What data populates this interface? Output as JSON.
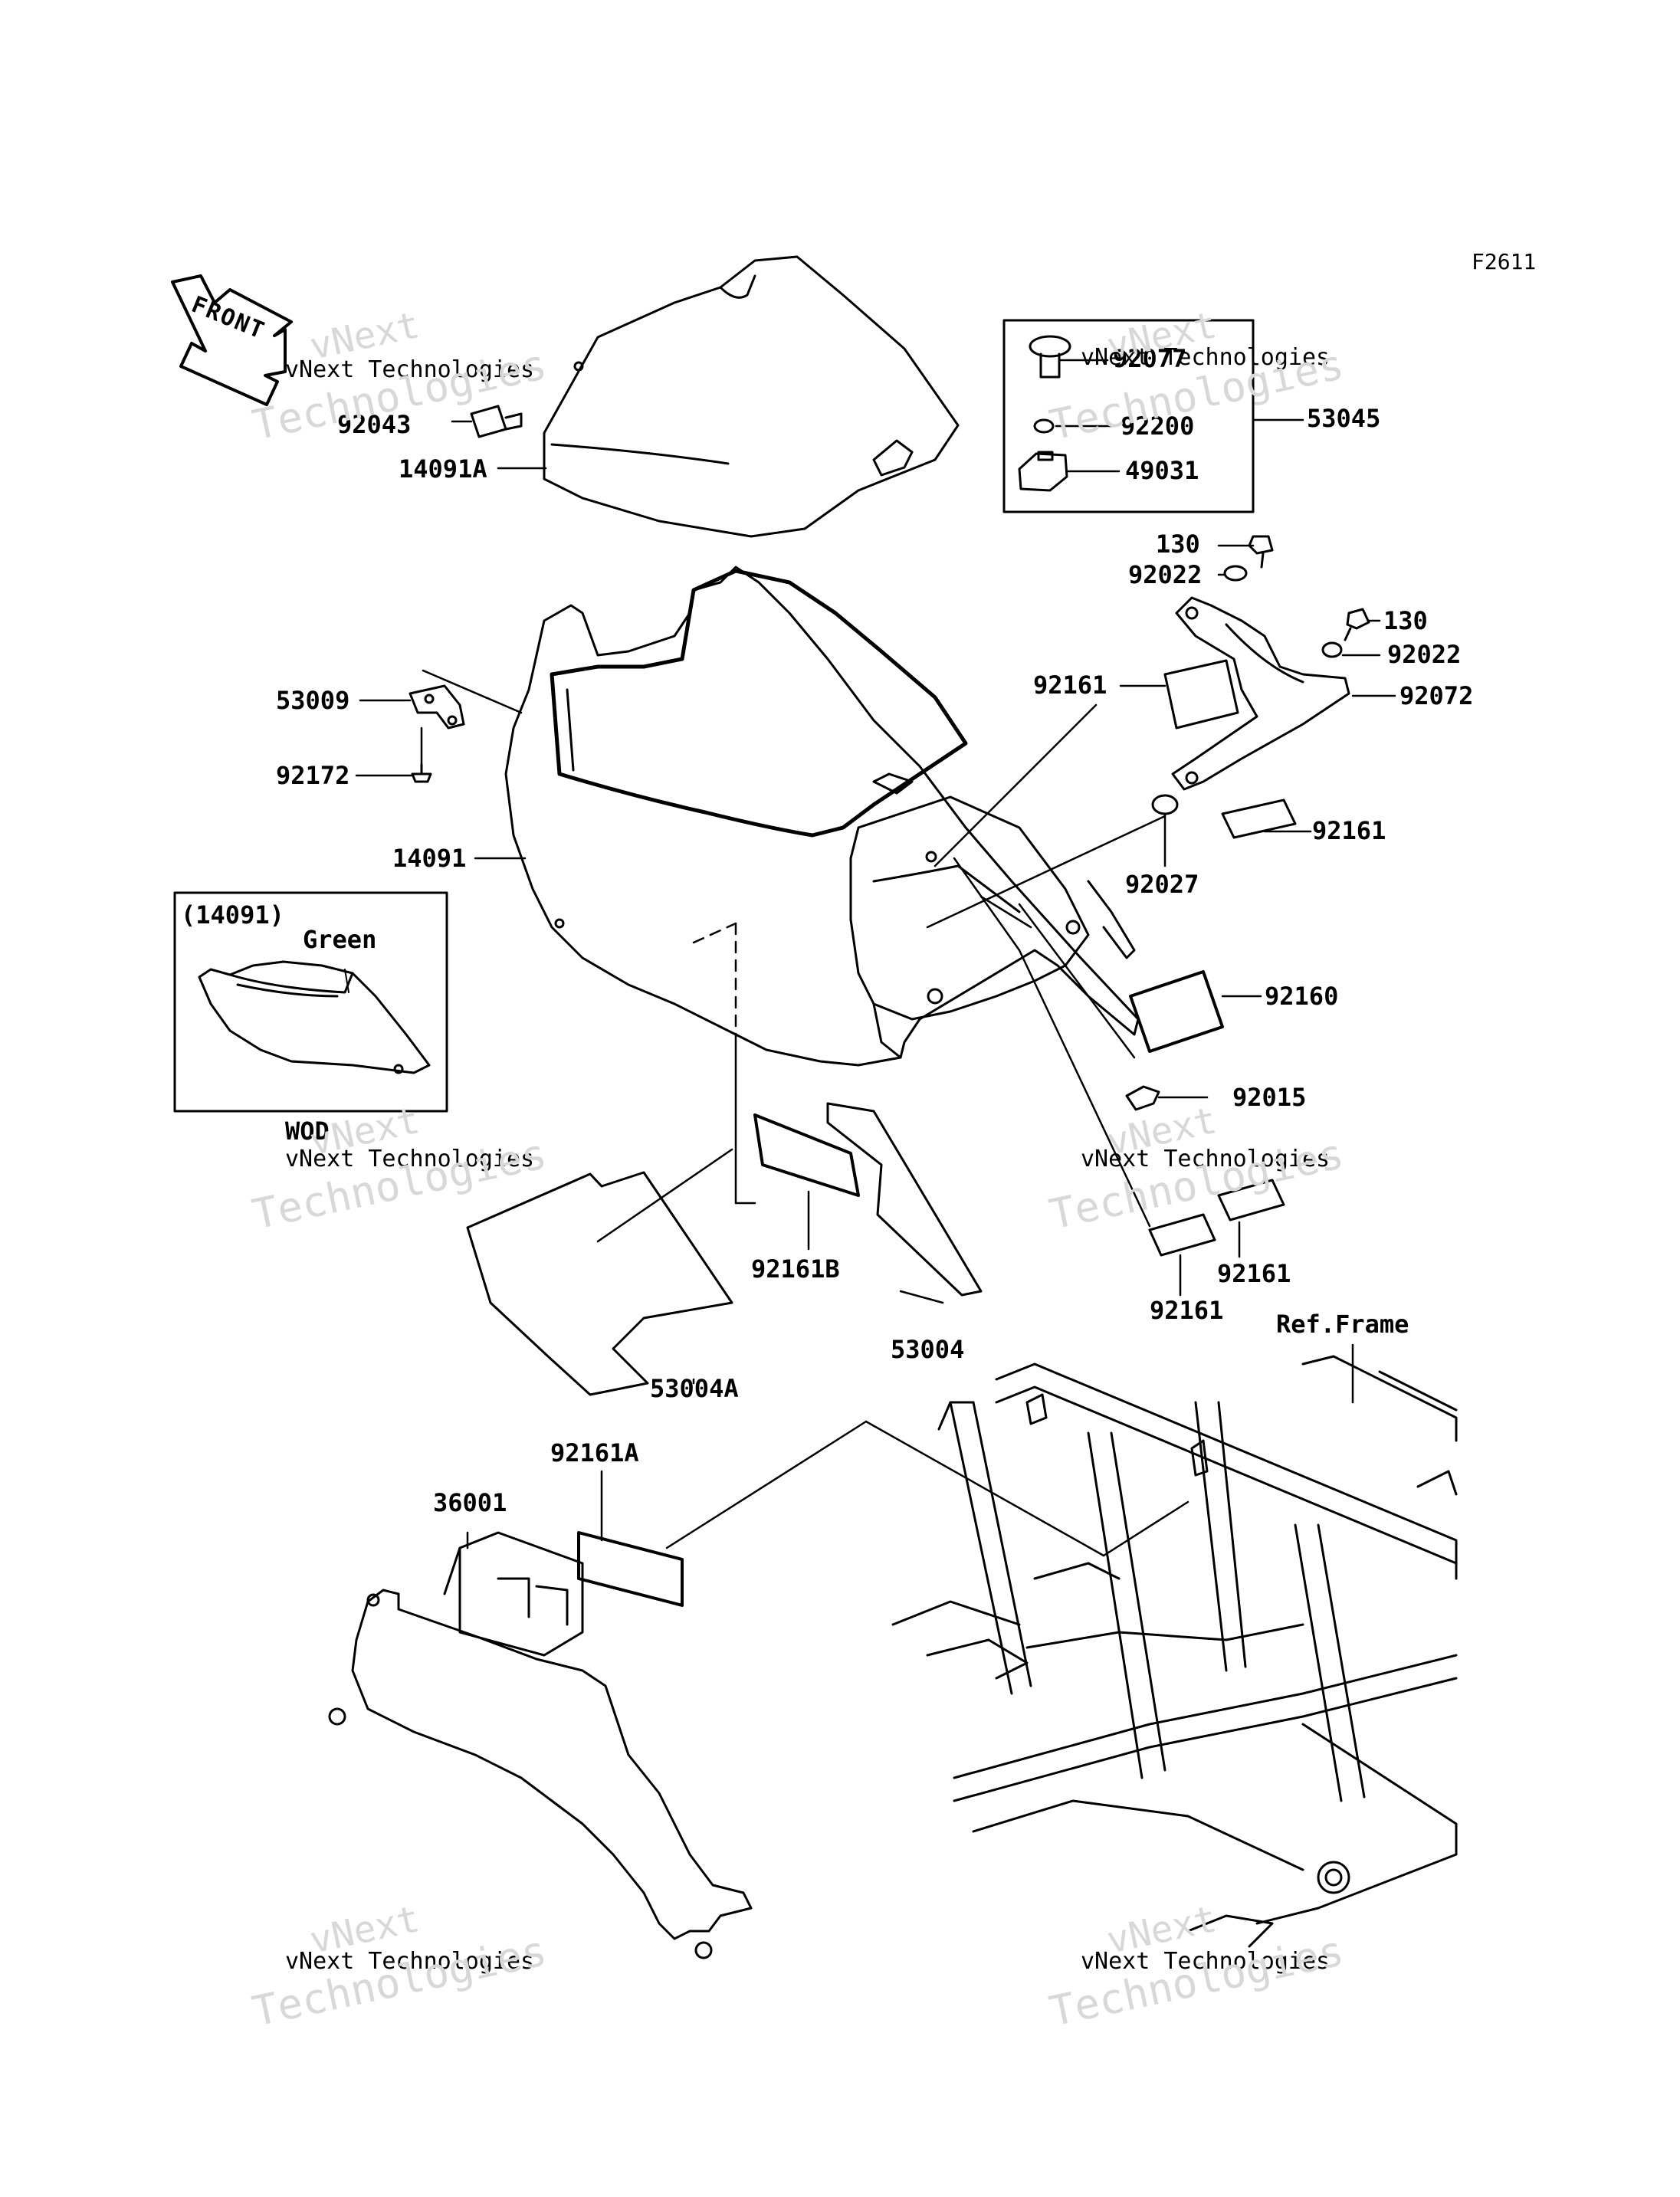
{
  "diagram_id": "F2611",
  "front_arrow_text": "FRONT",
  "labels": {
    "p92043": "92043",
    "p14091A": "14091A",
    "p53009": "53009",
    "p92172": "92172",
    "p14091": "14091",
    "p92077": "92077",
    "p92200": "92200",
    "p49031": "49031",
    "p53045": "53045",
    "p130a": "130",
    "p92022a": "92022",
    "p130b": "130",
    "p92022b": "92022",
    "p92161a": "92161",
    "p92072": "92072",
    "p92161b": "92161",
    "p92027": "92027",
    "p92160": "92160",
    "p92015": "92015",
    "p92161c": "92161",
    "p92161d": "92161",
    "p92161B": "92161B",
    "p53004": "53004",
    "p53004A": "53004A",
    "pRefFrame": "Ref.Frame",
    "p92161A": "92161A",
    "p36001": "36001"
  },
  "inset": {
    "ref": "(14091)",
    "color_note": "Green",
    "caption": "WOD"
  },
  "watermark": {
    "line1": "vNext Technologies",
    "line2": "vNext",
    "line3": "Technologies"
  }
}
